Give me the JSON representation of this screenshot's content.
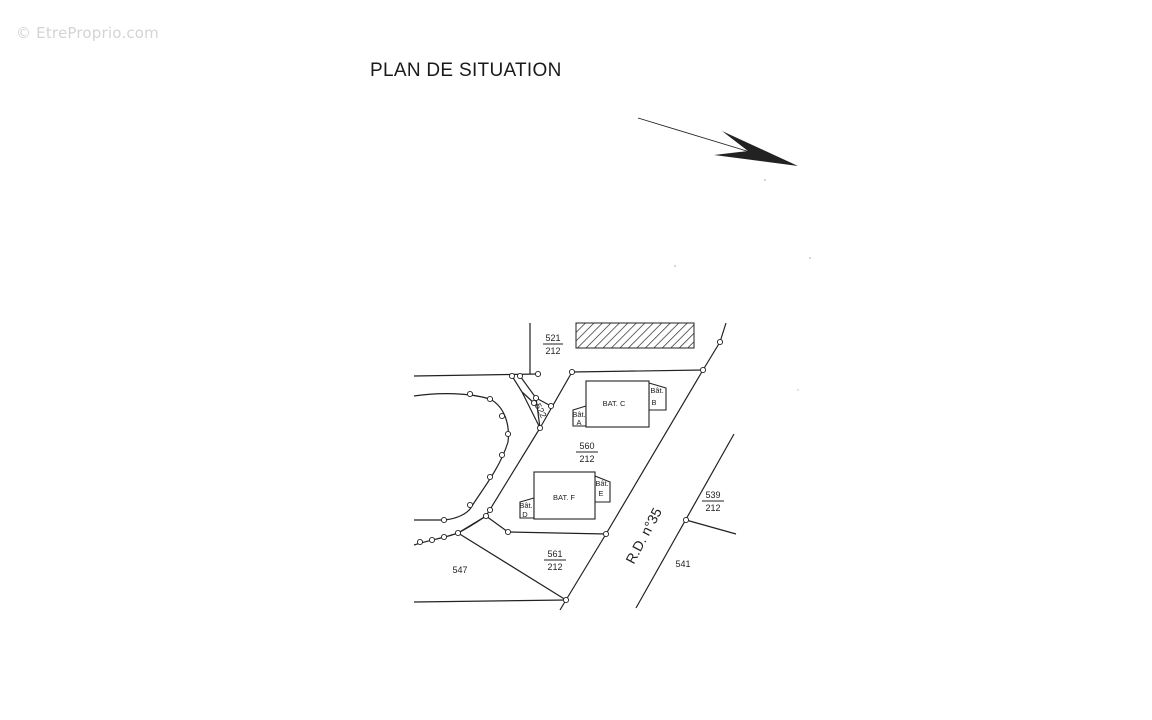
{
  "watermark": "© EtreProprio.com",
  "title": "PLAN DE SITUATION",
  "north_arrow_icon": "north-arrow-icon",
  "parcels": {
    "p521": {
      "num": "521",
      "sect": "212"
    },
    "p560": {
      "num": "560",
      "sect": "212"
    },
    "p561": {
      "num": "561",
      "sect": "212"
    },
    "p539": {
      "num": "539",
      "sect": "212"
    },
    "p547": "547",
    "p541": "541",
    "p522": "522"
  },
  "buildings": {
    "bat_c": "BAT. C",
    "bat_f": "BAT. F",
    "bat_a": {
      "top": "Bât.",
      "bottom": "A"
    },
    "bat_b": {
      "top": "Bât.",
      "bottom": "B"
    },
    "bat_d": {
      "top": "Bât.",
      "bottom": "D"
    },
    "bat_e": {
      "top": "Bât.",
      "bottom": "E"
    }
  },
  "road": "R.D. n°35"
}
